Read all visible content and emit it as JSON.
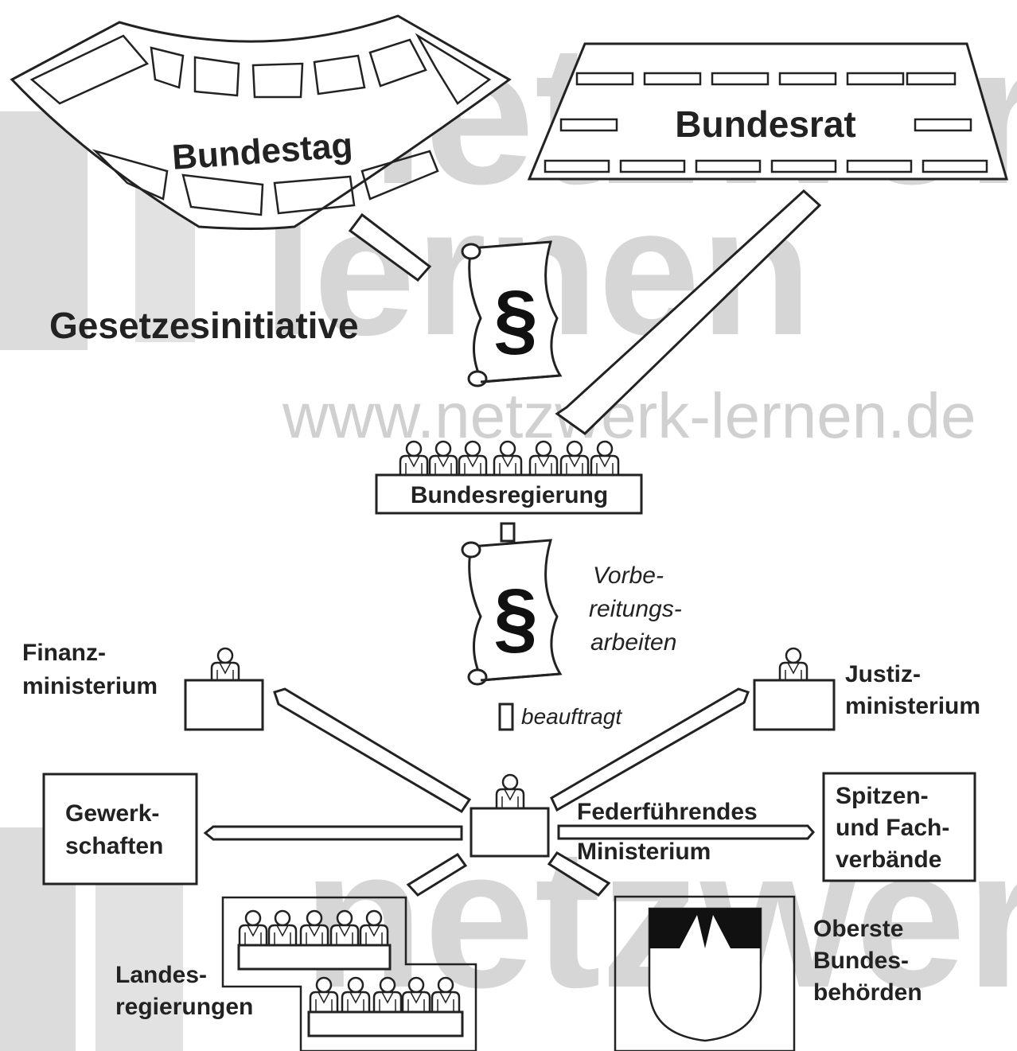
{
  "watermark": {
    "logo_text_1": "netzwerk",
    "logo_text_2": "lernen",
    "url": "www.netzwerk-lernen.de",
    "logo_text_3": "netzwerk"
  },
  "bodies": {
    "bundestag": "Bundestag",
    "bundesrat": "Bundesrat",
    "bundesregierung": "Bundesregierung"
  },
  "steps": {
    "initiative": "Gesetzesinitiative",
    "prep_1": "Vorbe-",
    "prep_2": "reitungs-",
    "prep_3": "arbeiten",
    "commission": "beauftragt"
  },
  "lead": {
    "line_1": "Federführendes",
    "line_2": "Ministerium"
  },
  "partners": {
    "finanz_1": "Finanz-",
    "finanz_2": "ministerium",
    "justiz_1": "Justiz-",
    "justiz_2": "ministerium",
    "gewerk_1": "Gewerk-",
    "gewerk_2": "schaften",
    "verb_1": "Spitzen-",
    "verb_2": "und Fach-",
    "verb_3": "verbände",
    "landes_1": "Landes-",
    "landes_2": "regierungen",
    "oberste_1": "Oberste",
    "oberste_2": "Bundes-",
    "oberste_3": "behörden"
  },
  "symbols": {
    "paragraph": "§"
  }
}
